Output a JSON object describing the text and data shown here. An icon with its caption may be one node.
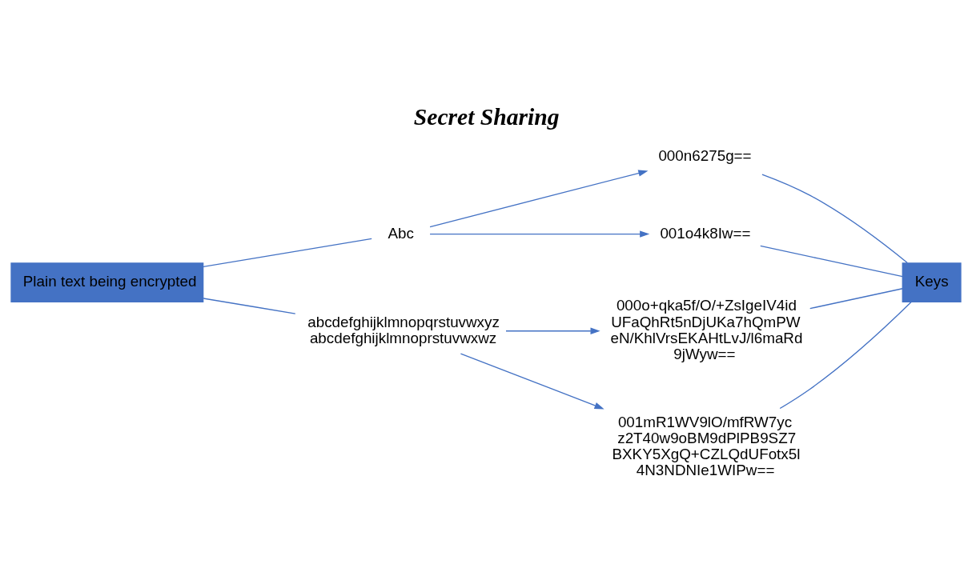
{
  "diagram": {
    "title": "Secret Sharing",
    "nodes": [
      {
        "text": [
          "Plain text being encrypted"
        ]
      },
      {
        "text": [
          "Abc"
        ]
      },
      {
        "text": [
          "abcdefghijklmnopqrstuvwxyz abcdefghijklmnoprstuvwxwz"
        ]
      },
      {
        "text": [
          "000n6275g=="
        ]
      },
      {
        "text": [
          "001o4k8Iw=="
        ]
      },
      {
        "text": [
          "000o+qka5f/O/+ZsIgeIV4id UFaQhRt5nDjUKa7hQmPW eN/KhlVrsEKAHtLvJ/l6maRd 9jWyw=="
        ]
      },
      {
        "text": [
          "001mR1WV9lO/mfRW7yc z2T40w9oBM9dPlPB9SZ7 BXKY5XgQ+CZLQdUFotx5l 4N3NDNIe1WIPw=="
        ]
      },
      {
        "text": [
          "Keys"
        ]
      }
    ],
    "edges": [
      {
        "from": 0,
        "to": 1,
        "arrow": "none"
      },
      {
        "from": 0,
        "to": 2,
        "arrow": "none"
      },
      {
        "from": 1,
        "to": 3,
        "arrow": "to"
      },
      {
        "from": 1,
        "to": 4,
        "arrow": "to"
      },
      {
        "from": 2,
        "to": 5,
        "arrow": "to"
      },
      {
        "from": 2,
        "to": 6,
        "arrow": "to"
      },
      {
        "from": 3,
        "to": 7,
        "arrow": "none"
      },
      {
        "from": 4,
        "to": 7,
        "arrow": "none"
      },
      {
        "from": 5,
        "to": 7,
        "arrow": "none"
      },
      {
        "from": 6,
        "to": 7,
        "arrow": "none"
      }
    ]
  }
}
